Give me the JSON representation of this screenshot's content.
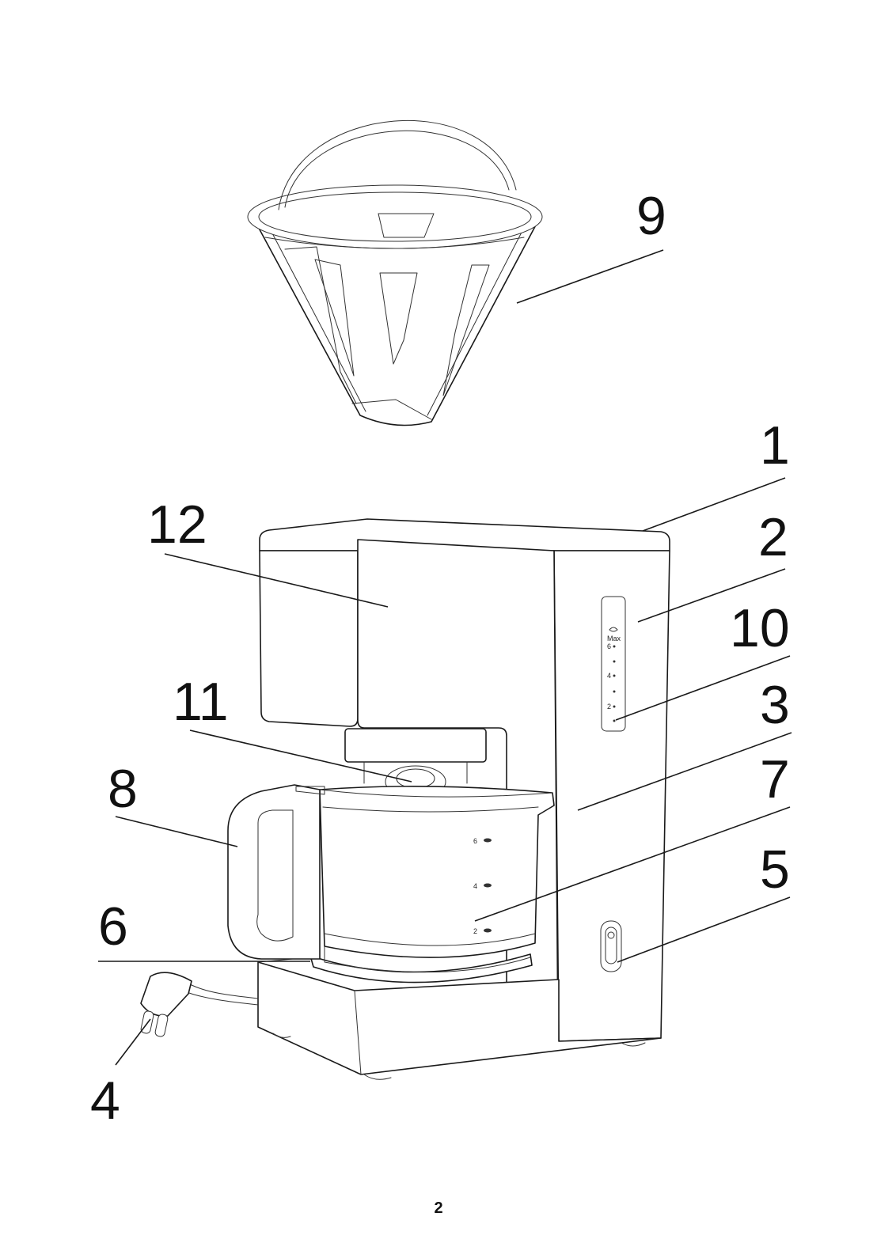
{
  "page_number": "2",
  "callouts": {
    "c1": "1",
    "c2": "2",
    "c3": "3",
    "c4": "4",
    "c5": "5",
    "c6": "6",
    "c7": "7",
    "c8": "8",
    "c9": "9",
    "c10": "10",
    "c11": "11",
    "c12": "12"
  },
  "water_window_scale": {
    "max": "Max",
    "m6": "6",
    "m4": "4",
    "m2": "2"
  },
  "carafe_scale": {
    "m6": "6",
    "m4": "4",
    "m2": "2"
  },
  "line_color": "#1a1a1a"
}
